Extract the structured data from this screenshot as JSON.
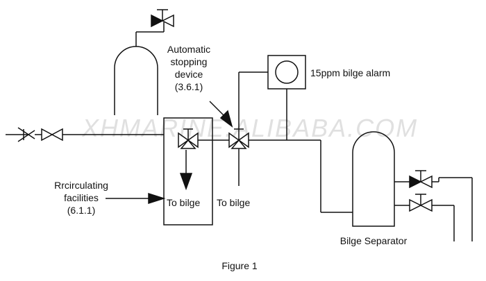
{
  "labels": {
    "auto_stop_line1": "Automatic",
    "auto_stop_line2": "stopping",
    "auto_stop_line3": "device",
    "auto_stop_line4": "(3.6.1)",
    "alarm": "15ppm bilge alarm",
    "recirc_line1": "Rrcirculating",
    "recirc_line2": "facilities",
    "recirc_line3": "(6.1.1)",
    "to_bilge_left": "To bilge",
    "to_bilge_right": "To bilge",
    "separator": "Bilge Separator",
    "figure_caption": "Figure 1"
  },
  "watermark": "XHMARINE.ALIBABA.COM",
  "colors": {
    "line": "#111111",
    "watermark": "#dcdcdc"
  }
}
